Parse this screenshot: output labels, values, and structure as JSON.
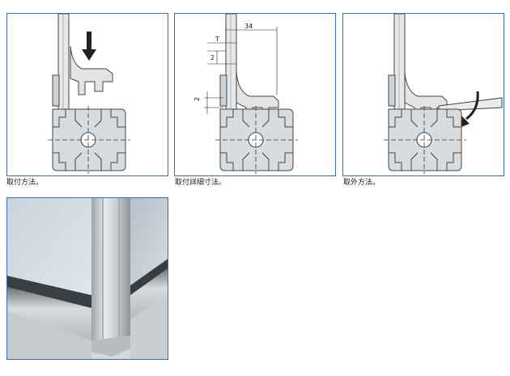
{
  "captions": {
    "install": "取付方法。",
    "detail": "取付詳細寸法。",
    "remove": "取外方法。"
  },
  "dimensions": {
    "width": "34",
    "thickness": "T",
    "offset_top": "2",
    "offset_side": "2"
  },
  "colors": {
    "border": "#3b6ea8",
    "profile": "#d9dcdf",
    "arrow": "#222222"
  },
  "icons": {
    "down_arrow": "down-arrow-icon",
    "rotate_arrow": "curved-arrow-icon"
  }
}
